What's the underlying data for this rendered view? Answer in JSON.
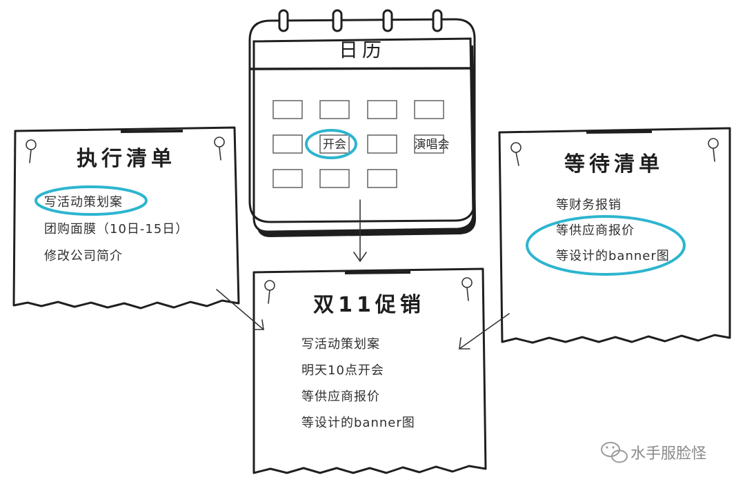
{
  "calendar": {
    "title": "日历",
    "events": [
      {
        "label": "开会"
      },
      {
        "label": "演唱会"
      }
    ]
  },
  "lists": {
    "todo": {
      "title": "执行清单",
      "items": [
        "写活动策划案",
        "团购面膜（10日-15日）",
        "修改公司简介"
      ]
    },
    "waiting": {
      "title": "等待清单",
      "items": [
        "等财务报销",
        "等供应商报价",
        "等设计的banner图"
      ]
    },
    "project": {
      "title": "双11促销",
      "items": [
        "写活动策划案",
        "明天10点开会",
        "等供应商报价",
        "等设计的banner图"
      ]
    }
  },
  "watermark": {
    "text": "水手服脸怪",
    "icon": "wechat-icon"
  },
  "colors": {
    "highlight": "#2db5cf",
    "ink": "#1f1f1f"
  }
}
